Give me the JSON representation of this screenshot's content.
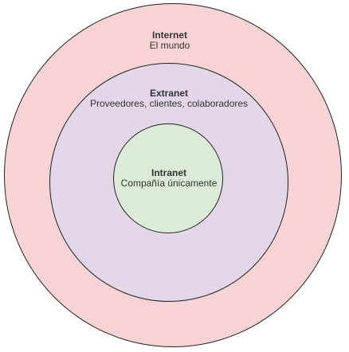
{
  "colors": {
    "internet_fill": "#f8d3d6",
    "extranet_fill": "#e2d6e8",
    "intranet_fill": "#dcebd8",
    "outline": "#222222"
  },
  "rings": {
    "internet": {
      "title": "Internet",
      "subtitle": "El mundo"
    },
    "extranet": {
      "title": "Extranet",
      "subtitle": "Proveedores, clientes, colaboradores"
    },
    "intranet": {
      "title": "Intranet",
      "subtitle": "Compañía únicamente"
    }
  }
}
